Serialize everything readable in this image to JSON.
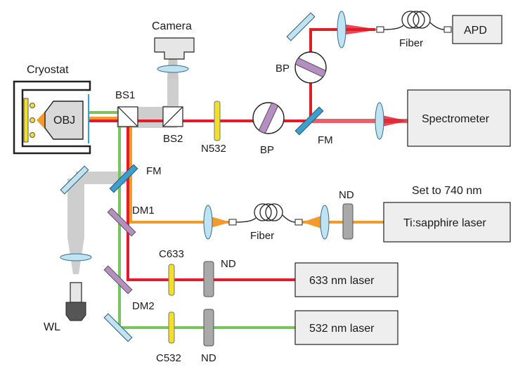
{
  "colors": {
    "red_beam": "#e11d2a",
    "orange_beam": "#f39a2b",
    "green_beam": "#7cc35b",
    "white_beam": "#c9c9c9",
    "optic_blue": "#bfe3f2",
    "filter_yellow": "#f2df2a",
    "bandpass_purple": "#b58fc2",
    "nd_gray": "#9a9a9a"
  },
  "labels": {
    "cryostat": "Cryostat",
    "objective": "OBJ",
    "camera": "Camera",
    "bs1": "BS1",
    "bs2": "BS2",
    "n532": "N532",
    "bp_lower": "BP",
    "bp_upper": "BP",
    "fm_right": "FM",
    "fm_left": "FM",
    "fiber_top": "Fiber",
    "apd": "APD",
    "spectrometer": "Spectrometer",
    "dm1": "DM1",
    "dm2": "DM2",
    "fiber_mid": "Fiber",
    "nd_tisapph": "ND",
    "set_to": "Set to 740 nm",
    "tisapph": "Ti:sapphire laser",
    "c633": "C633",
    "nd_633": "ND",
    "laser633": "633 nm laser",
    "laser532": "532 nm laser",
    "c532": "C532",
    "nd_532": "ND",
    "wl": "WL"
  },
  "icons": [
    "fiber-coil-icon",
    "lens-icon",
    "mirror-icon",
    "beam-splitter-cube-icon",
    "white-light-source-icon",
    "camera-icon"
  ]
}
